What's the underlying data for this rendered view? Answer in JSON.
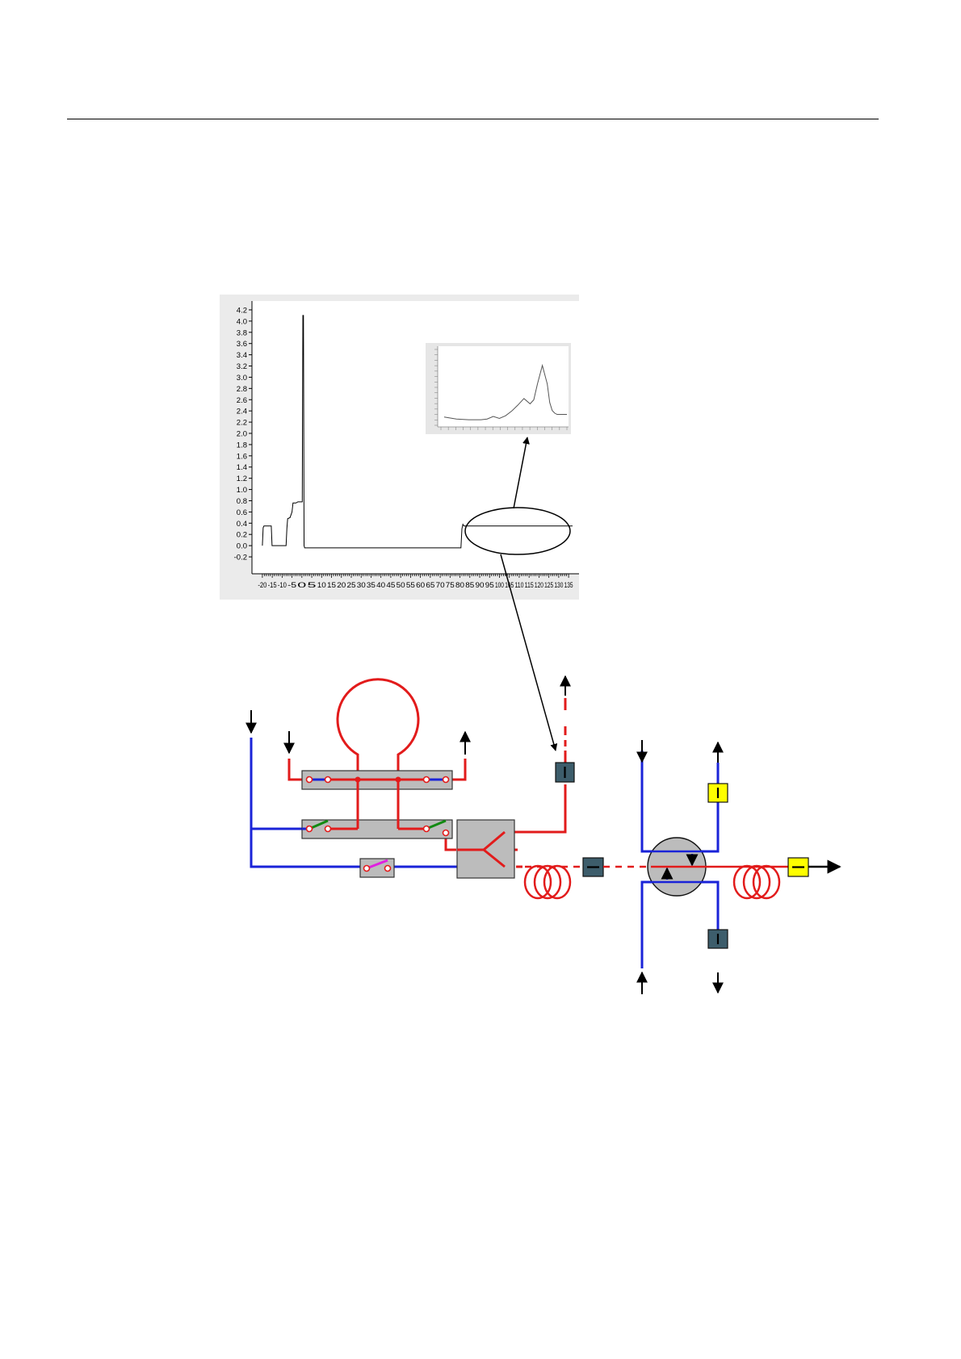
{
  "page": {
    "header_rule": true
  },
  "colors": {
    "sample_line": "#e21b1b",
    "carrier_line": "#1a23d8",
    "gray_block": "#bcbcbc",
    "dark_detector": "#3d5d6b",
    "yellow_detector": "#ffff00",
    "valve_open_green": "#138a13",
    "valve_magenta": "#e020e0",
    "chart_background": "#ebebeb"
  },
  "chart_data": [
    {
      "type": "line",
      "title": "",
      "xlabel": "",
      "ylabel": "",
      "xlim": [
        -22,
        137
      ],
      "ylim": [
        -0.3,
        4.3
      ],
      "x_ticks": [
        "-20",
        "-15",
        "-10",
        "-5",
        "0",
        "5",
        "10",
        "15",
        "20",
        "25",
        "30",
        "35",
        "40",
        "45",
        "50",
        "55",
        "60",
        "65",
        "70",
        "75",
        "80",
        "85",
        "90",
        "95",
        "100",
        "105",
        "110",
        "115",
        "120",
        "125",
        "130",
        "135"
      ],
      "y_ticks": [
        "-0.2",
        "0.0",
        "0.2",
        "0.4",
        "0.6",
        "0.8",
        "1.0",
        "1.2",
        "1.4",
        "1.6",
        "1.8",
        "2.0",
        "2.2",
        "2.4",
        "2.6",
        "2.8",
        "3.0",
        "3.2",
        "3.4",
        "3.6",
        "3.8",
        "4.0",
        "4.2"
      ],
      "grid": false,
      "series": [
        {
          "x": [
            -20,
            -19.6,
            -19.2,
            -18.8,
            -15.5,
            -15.1,
            -14.7,
            -8,
            -7.6,
            -7.2,
            -6,
            -5,
            -4.5,
            -3,
            -2,
            0.2,
            0.5,
            0.8,
            1.1,
            1.4,
            1.8,
            10,
            30,
            50,
            70,
            75,
            80.5,
            81,
            81.5,
            82,
            137
          ],
          "y": [
            0.0,
            0.32,
            0.35,
            0.35,
            0.35,
            0.0,
            0.0,
            0.0,
            0.3,
            0.48,
            0.5,
            0.6,
            0.76,
            0.76,
            0.78,
            0.78,
            4.1,
            4.1,
            0.0,
            -0.04,
            -0.04,
            -0.04,
            -0.04,
            -0.04,
            -0.04,
            -0.04,
            -0.04,
            0.3,
            0.38,
            0.35,
            0.35
          ]
        }
      ]
    },
    {
      "type": "line",
      "title": "",
      "xlabel": "",
      "ylabel": "",
      "grid": false,
      "note_inset": true,
      "series": [
        {
          "x": [
            0,
            0.1,
            0.2,
            0.3,
            0.35,
            0.4,
            0.45,
            0.5,
            0.55,
            0.6,
            0.65,
            0.7,
            0.73,
            0.76,
            0.8,
            0.84,
            0.86,
            0.88,
            0.9,
            0.92,
            0.95,
            1.0
          ],
          "y": [
            0.1,
            0.07,
            0.06,
            0.06,
            0.07,
            0.11,
            0.08,
            0.12,
            0.19,
            0.28,
            0.38,
            0.3,
            0.36,
            0.6,
            0.88,
            0.6,
            0.32,
            0.2,
            0.16,
            0.14,
            0.14,
            0.14
          ]
        }
      ]
    }
  ]
}
